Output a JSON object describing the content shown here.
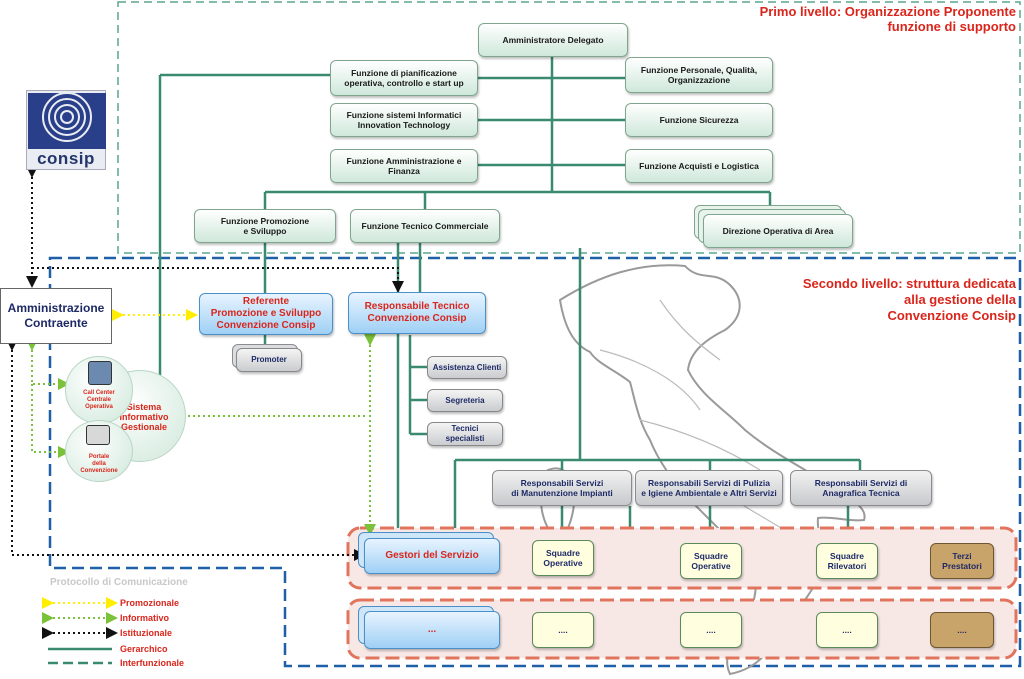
{
  "levels": {
    "primo": [
      "Primo  livello: Organizzazione Proponente",
      "funzione di supporto"
    ],
    "secondo": [
      "Secondo  livello: struttura dedicata",
      "alla gestione della",
      "Convenzione Consip"
    ]
  },
  "logo": {
    "text": "consip"
  },
  "top": {
    "amministratore": "Amministratore Delegato",
    "pianificazione": [
      "Funzione di pianificazione",
      "operativa, controllo e start up"
    ],
    "personale": [
      "Funzione Personale, Qualità,",
      "Organizzazione"
    ],
    "sistemi": [
      "Funzione sistemi Informatici",
      "Innovation Technology"
    ],
    "sicurezza": "Funzione Sicurezza",
    "amministrazione": [
      "Funzione Amministrazione e",
      "Finanza"
    ],
    "acquisti": "Funzione Acquisti e Logistica",
    "promozione": [
      "Funzione Promozione",
      "e Sviluppo"
    ],
    "tecnico_commerciale": "Funzione Tecnico Commerciale",
    "direzione": "Direzione Operativa di Area"
  },
  "contraente": [
    "Amministrazione",
    "Contraente"
  ],
  "second": {
    "referente": [
      "Referente",
      "Promozione e Sviluppo",
      "Convenzione Consip"
    ],
    "promoter": "Promoter",
    "responsabile": [
      "Responsabile Tecnico",
      "Convenzione  Consip"
    ],
    "assistenza": "Assistenza Clienti",
    "segreteria": "Segreteria",
    "tecnici": "Tecnici specialisti",
    "manutenzione": [
      "Responsabili Servizi",
      "di Manutenzione Impianti"
    ],
    "pulizia": [
      "Responsabili Servizi di Pulizia",
      "e Igiene Ambientale e Altri Servizi"
    ],
    "anagrafica": [
      "Responsabili  Servizi  di",
      "Anagrafica Tecnica"
    ],
    "gestori": "Gestori del Servizio",
    "squadre1": [
      "Squadre",
      "Operative"
    ],
    "squadre2": [
      "Squadre",
      "Operative"
    ],
    "rilevatori": [
      "Squadre",
      "Rilevatori"
    ],
    "terzi": [
      "Terzi",
      "Prestatori"
    ],
    "dots_blue": "...",
    "dots": "...."
  },
  "sistema": {
    "main": [
      "Sistema",
      "Informativo",
      "Gestionale"
    ],
    "callcenter": [
      "Call Center",
      "Centrale",
      "Operativa"
    ],
    "portale": [
      "Portale",
      "della",
      "Convenzione"
    ]
  },
  "legend": {
    "title": "Protocollo di Comunicazione",
    "items": [
      {
        "label": "Promozionale",
        "color": "#ffee00",
        "style": "dotted"
      },
      {
        "label": "Informativo",
        "color": "#7cc13a",
        "style": "dotted"
      },
      {
        "label": "Istituzionale",
        "color": "#111111",
        "style": "dotted"
      },
      {
        "label": "Gerarchico",
        "color": "#3a8a72",
        "style": "solid"
      },
      {
        "label": "Interfunzionale",
        "color": "#3a8a72",
        "style": "dashed"
      }
    ]
  },
  "colors": {
    "hierarchy_line": "#3a8a72",
    "primo_border": "#5aa58c",
    "secondo_border": "#1f5fa8",
    "band_border": "#e0745c",
    "band_fill": "#f7e8e6",
    "title_red": "#d9261c"
  }
}
